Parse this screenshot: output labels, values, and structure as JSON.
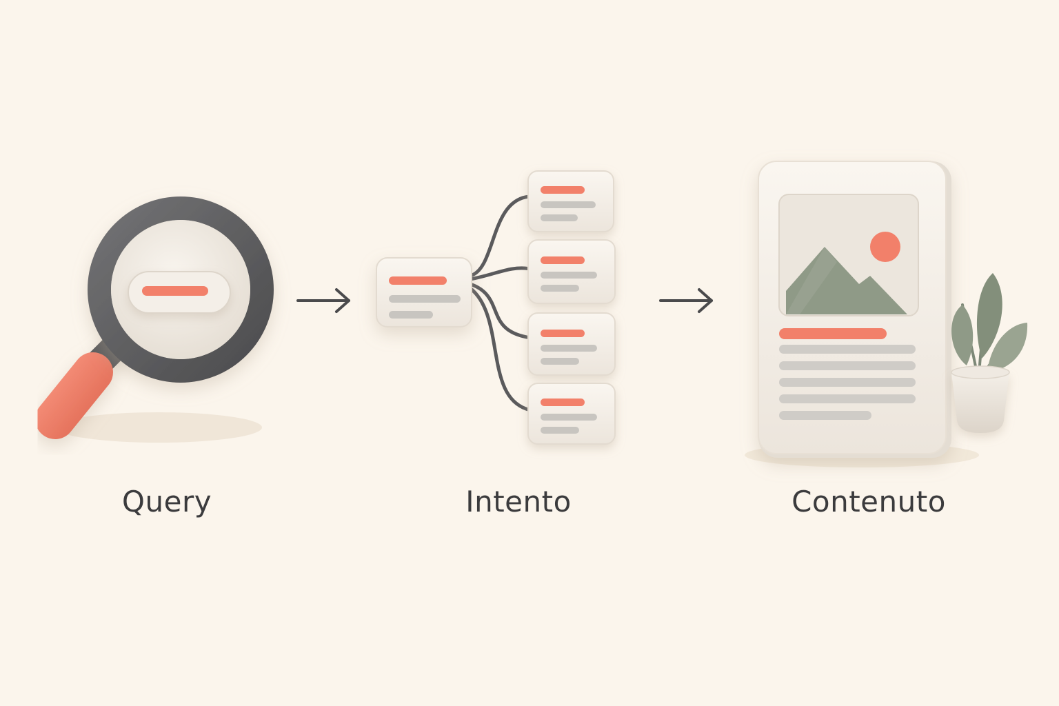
{
  "stages": [
    {
      "label": "Query",
      "icon": "magnifying-glass-icon"
    },
    {
      "label": "Intento",
      "icon": "branching-cards-icon"
    },
    {
      "label": "Contenuto",
      "icon": "document-page-icon"
    }
  ],
  "colors": {
    "background": "#fbf5ec",
    "accent": "#f2806a",
    "dark_gray": "#5b5b5d",
    "light_gray": "#c8c5c0",
    "card": "#f6f1ea",
    "sage": "#8f9a87",
    "text": "#3b3b3d"
  }
}
